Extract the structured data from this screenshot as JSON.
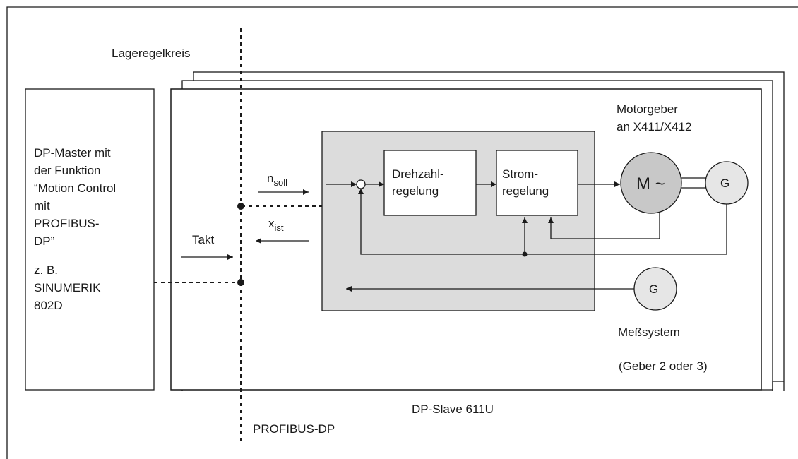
{
  "labels": {
    "lageregelkreis": "Lageregelkreis",
    "master_lines": [
      "DP-Master mit",
      "der Funktion",
      "“Motion Control",
      "mit",
      "PROFIBUS-",
      "DP”",
      "",
      "z. B.",
      "SINUMERIK",
      "802D"
    ],
    "slave": "DP-Slave 611U",
    "profibus": "PROFIBUS-DP",
    "takt": "Takt",
    "nsoll_main": "n",
    "nsoll_sub": "soll",
    "xist_main": "x",
    "xist_sub": "ist",
    "drehzahl_lines": [
      "Drehzahl-",
      "regelung"
    ],
    "strom_lines": [
      "Strom-",
      "regelung"
    ],
    "motor": "M ~",
    "geber_motor": "G",
    "geber_mess": "G",
    "motorgeber_lines": [
      "Motorgeber",
      "an X411/X412"
    ],
    "messsystem": "Meßsystem",
    "geber_note": "(Geber 2 oder 3)"
  },
  "colors": {
    "controller_fill": "#dcdcdc",
    "motor_fill": "#c8c8c8",
    "line": "#1a1a1a"
  }
}
